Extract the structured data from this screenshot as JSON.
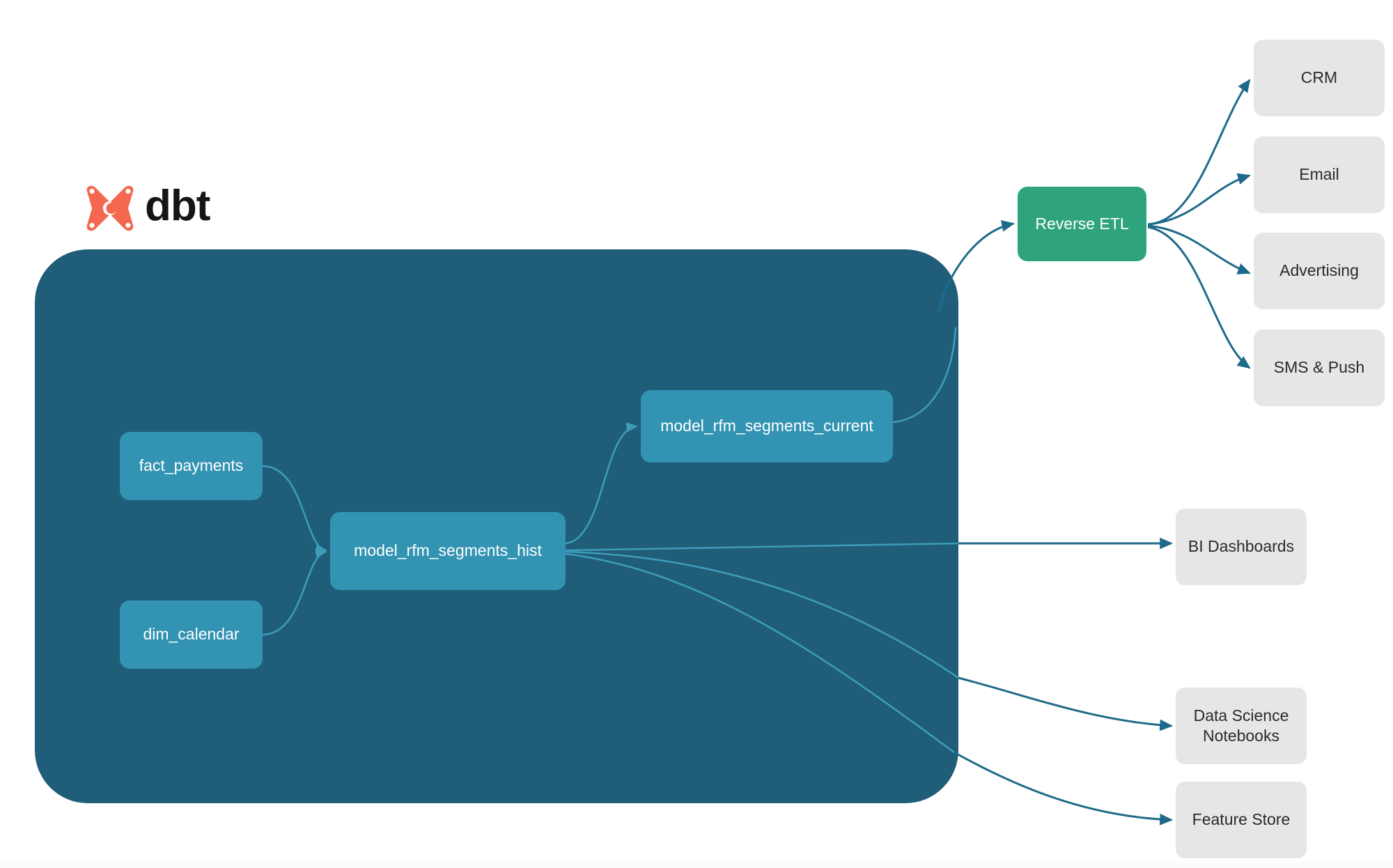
{
  "diagram": {
    "title": "dbt RFM segments data flow",
    "brand": {
      "logo_mark": "dbt-x-logo-icon",
      "logo_text": "dbt",
      "logo_color": "#f3684e"
    },
    "colors": {
      "warehouse_container": "#1f5d79",
      "model_node": "#3293b2",
      "reverse_etl": "#2ea37e",
      "destination_node": "#e6e6e6",
      "edge_outer": "#1f6a8a",
      "edge_inner": "#3d9cb8",
      "node_text": "#ffffff",
      "destination_text": "#2a2a2a",
      "background": "#ffffff"
    },
    "models": [
      {
        "id": "fact_payments",
        "label": "fact_payments"
      },
      {
        "id": "dim_calendar",
        "label": "dim_calendar"
      },
      {
        "id": "model_rfm_segments_hist",
        "label": "model_rfm_segments_hist"
      },
      {
        "id": "model_rfm_segments_current",
        "label": "model_rfm_segments_current"
      }
    ],
    "activation": {
      "id": "reverse_etl",
      "label": "Reverse ETL"
    },
    "destinations": [
      {
        "id": "crm",
        "label": "CRM"
      },
      {
        "id": "email",
        "label": "Email"
      },
      {
        "id": "advertising",
        "label": "Advertising"
      },
      {
        "id": "sms_push",
        "label": "SMS & Push"
      },
      {
        "id": "bi_dashboards",
        "label": "BI Dashboards"
      },
      {
        "id": "data_science_notebooks",
        "label": "Data Science\nNotebooks",
        "line1": "Data Science",
        "line2": "Notebooks"
      },
      {
        "id": "feature_store",
        "label": "Feature Store"
      }
    ],
    "edges": [
      {
        "from": "fact_payments",
        "to": "model_rfm_segments_hist"
      },
      {
        "from": "dim_calendar",
        "to": "model_rfm_segments_hist"
      },
      {
        "from": "model_rfm_segments_hist",
        "to": "model_rfm_segments_current"
      },
      {
        "from": "model_rfm_segments_current",
        "to": "reverse_etl"
      },
      {
        "from": "model_rfm_segments_hist",
        "to": "bi_dashboards"
      },
      {
        "from": "model_rfm_segments_hist",
        "to": "data_science_notebooks"
      },
      {
        "from": "model_rfm_segments_hist",
        "to": "feature_store"
      },
      {
        "from": "reverse_etl",
        "to": "crm"
      },
      {
        "from": "reverse_etl",
        "to": "email"
      },
      {
        "from": "reverse_etl",
        "to": "advertising"
      },
      {
        "from": "reverse_etl",
        "to": "sms_push"
      }
    ]
  }
}
